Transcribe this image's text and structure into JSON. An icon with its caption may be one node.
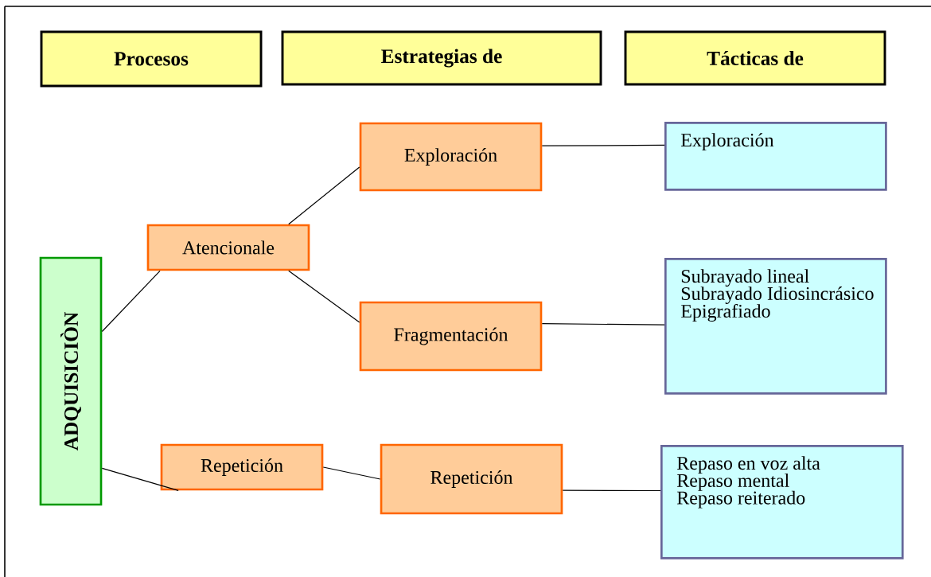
{
  "diagram": {
    "nodes": [
      {
        "text": [
          "Procesos"
        ]
      },
      {
        "text": [
          "Estrategias de"
        ]
      },
      {
        "text": [
          "Tácticas de"
        ]
      },
      {
        "text": [
          "ADQUISICIÒN"
        ]
      },
      {
        "text": [
          "Atencionale"
        ]
      },
      {
        "text": [
          "Exploración"
        ]
      },
      {
        "text": [
          "Exploración"
        ]
      },
      {
        "text": [
          "Fragmentación"
        ]
      },
      {
        "text": [
          "Subrayado lineal",
          "Subrayado Idiosincrásico",
          "Epigrafiado"
        ]
      },
      {
        "text": [
          "Repetición"
        ]
      },
      {
        "text": [
          "Repetición"
        ]
      },
      {
        "text": [
          "Repaso en voz alta",
          "Repaso mental",
          "Repaso reiterado"
        ]
      }
    ],
    "edges": [
      {
        "from": 3,
        "to": 4,
        "arrow": "none"
      },
      {
        "from": 4,
        "to": 5,
        "arrow": "none"
      },
      {
        "from": 4,
        "to": 7,
        "arrow": "none"
      },
      {
        "from": 5,
        "to": 6,
        "arrow": "none"
      },
      {
        "from": 7,
        "to": 8,
        "arrow": "none"
      },
      {
        "from": 3,
        "to": 9,
        "arrow": "none"
      },
      {
        "from": 9,
        "to": 10,
        "arrow": "none"
      },
      {
        "from": 10,
        "to": 11,
        "arrow": "none"
      }
    ]
  }
}
